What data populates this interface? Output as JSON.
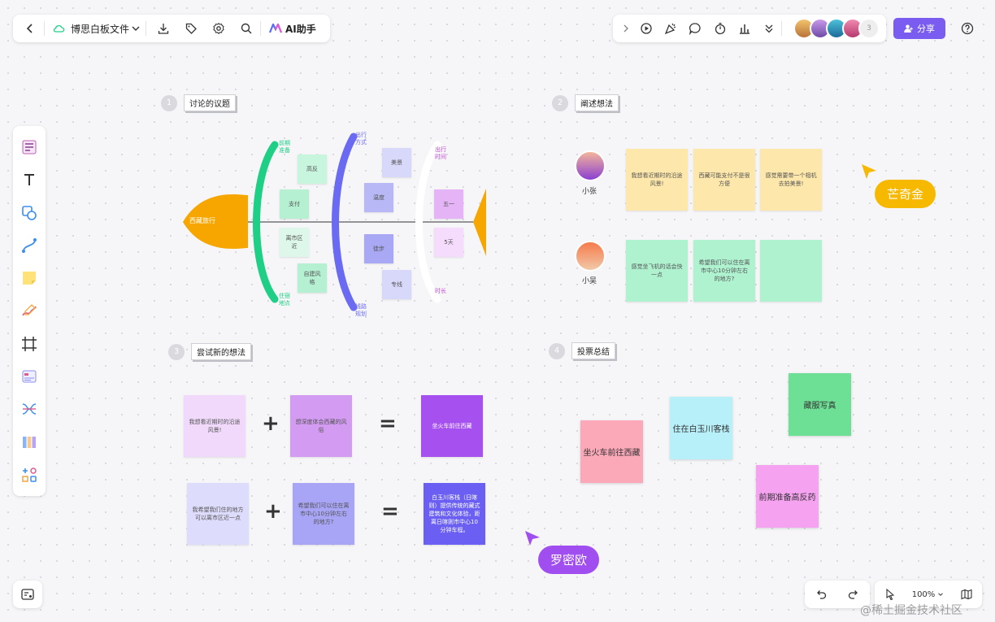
{
  "topbar": {
    "file_name": "博思白板文件",
    "ai_label": "AI助手",
    "share_label": "分享",
    "avatar_count": "3"
  },
  "colors": {
    "accent": "#7b5cf0",
    "green": "#1ecf85",
    "blue": "#6a6af2",
    "orange": "#f7a600"
  },
  "sections": {
    "s1": {
      "num": "1",
      "title": "讨论的议题"
    },
    "s2": {
      "num": "2",
      "title": "阐述想法"
    },
    "s3": {
      "num": "3",
      "title": "尝试新的想法"
    },
    "s4": {
      "num": "4",
      "title": "投票总结"
    }
  },
  "fishbone": {
    "head": "西藏旅行",
    "green_top": "前期\n准备",
    "green_bottom": "住宿\n地点",
    "green_notes": [
      "高反",
      "支付",
      "离市区近",
      "自建风格"
    ],
    "blue_top": "出行\n方式",
    "blue_bottom": "线路\n规划",
    "blue_notes": [
      "美景",
      "温度",
      "徒步",
      "专线"
    ],
    "purple_top": "出行\n时间",
    "purple_bottom": "时长",
    "purple_notes": [
      "五一",
      "5天"
    ]
  },
  "ideas": {
    "user1": "小张",
    "user2": "小吴",
    "row1": [
      "我想看近期时的沿途风景!",
      "西藏可能支付不是很方便",
      "感觉需要带一个相机去拍美景!"
    ],
    "row2": [
      "感觉坐飞机的话会快一点",
      "希望我们可以住在离市中心10分钟左右的地方?",
      ""
    ]
  },
  "new_ideas": {
    "r1": [
      "我想看近期时的沿途风景!",
      "想深度体会西藏的风俗",
      "坐火车前往西藏"
    ],
    "r2": [
      "我希望我们住的地方可以离市区近一点",
      "希望我们可以住在离市中心10分钟左右的地方?",
      "白玉川客栈（日喀则）提供传统的藏式建筑和文化体验，距离日喀则市中心10分钟车程。"
    ],
    "plus": "+",
    "equals": "="
  },
  "votes": [
    "坐火车前往西藏",
    "住在白玉川客栈",
    "藏服写真",
    "前期准备高反药"
  ],
  "cursors": {
    "c1": "芒奇金",
    "c2": "罗密欧"
  },
  "bottom": {
    "zoom": "100%"
  },
  "watermark": "@稀土掘金技术社区"
}
